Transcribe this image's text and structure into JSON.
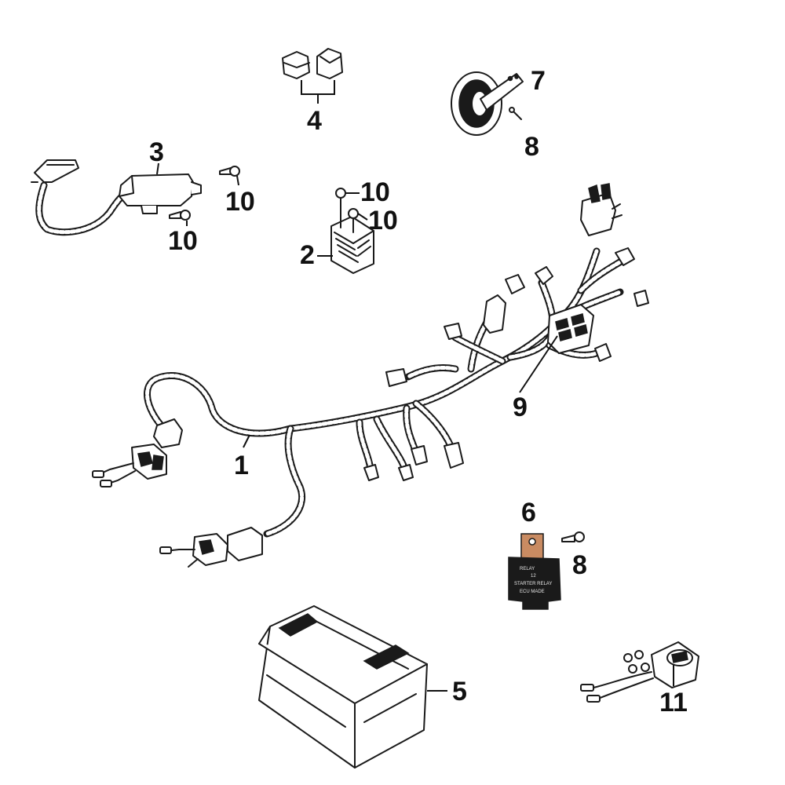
{
  "diagram": {
    "labels": {
      "harness": "1",
      "regulator": "2",
      "ignition_coil": "3",
      "cap_pair": "4",
      "battery": "5",
      "relay": "6",
      "horn": "7",
      "screw_horn": "8",
      "screw_relay": "8",
      "harness_detail": "9",
      "bolt_coil_top": "10",
      "bolt_coil_bottom": "10",
      "bolt_regulator_top": "10",
      "bolt_regulator_right": "10",
      "ignition_switch": "11"
    },
    "relay_text": {
      "line1": "RELAY",
      "line2": "12",
      "line3": "STARTER RELAY",
      "line4": "ECU MADE"
    }
  }
}
